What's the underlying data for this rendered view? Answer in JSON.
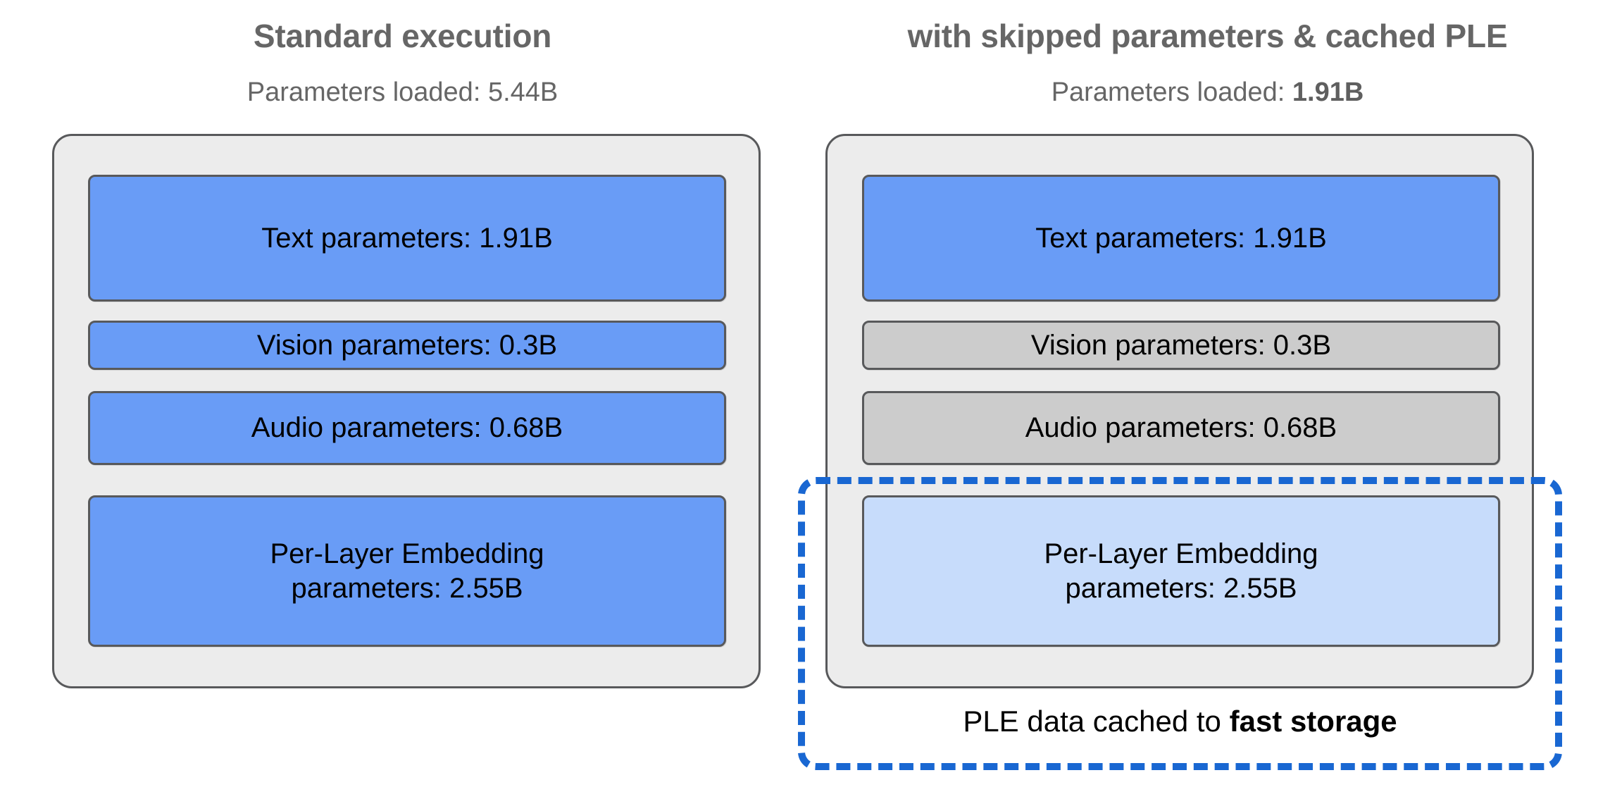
{
  "figure": {
    "type": "diagram",
    "description": "Side-by-side comparison of model parameter loading: standard execution versus skipped parameters with cached Per-Layer Embeddings"
  },
  "columns": [
    {
      "id": "standard",
      "title": "Standard execution",
      "subtitle_prefix": "Parameters loaded: ",
      "subtitle_value": "5.44B",
      "subtitle_value_bold": false,
      "blocks": [
        {
          "id": "text",
          "label": "Text parameters: 1.91B",
          "value": "1.91B",
          "state": "loaded",
          "color": "#699CF6"
        },
        {
          "id": "vision",
          "label": "Vision parameters: 0.3B",
          "value": "0.3B",
          "state": "loaded",
          "color": "#699CF6"
        },
        {
          "id": "audio",
          "label": "Audio parameters: 0.68B",
          "value": "0.68B",
          "state": "loaded",
          "color": "#699CF6"
        },
        {
          "id": "ple",
          "label_line1": "Per-Layer Embedding",
          "label_line2": "parameters: 2.55B",
          "value": "2.55B",
          "state": "loaded",
          "color": "#699CF6"
        }
      ]
    },
    {
      "id": "optimized",
      "title": "with skipped parameters & cached PLE",
      "subtitle_prefix": "Parameters loaded: ",
      "subtitle_value": "1.91B",
      "subtitle_value_bold": true,
      "blocks": [
        {
          "id": "text",
          "label": "Text parameters: 1.91B",
          "value": "1.91B",
          "state": "loaded",
          "color": "#699CF6"
        },
        {
          "id": "vision",
          "label": "Vision parameters: 0.3B",
          "value": "0.3B",
          "state": "skipped",
          "color": "#CCCCCC"
        },
        {
          "id": "audio",
          "label": "Audio parameters: 0.68B",
          "value": "0.68B",
          "state": "skipped",
          "color": "#CCCCCC"
        },
        {
          "id": "ple",
          "label_line1": "Per-Layer Embedding",
          "label_line2": "parameters: 2.55B",
          "value": "2.55B",
          "state": "cached",
          "color": "#C7DCFB"
        }
      ]
    }
  ],
  "cache_annotation": {
    "caption_prefix": "PLE data cached to ",
    "caption_emphasis": "fast storage",
    "border_color": "#1967D2",
    "border_style": "dashed"
  },
  "colors": {
    "loaded_blue": "#699CF6",
    "skipped_gray": "#CCCCCC",
    "cached_light_blue": "#C7DCFB",
    "panel_background": "#ECECEC",
    "panel_border": "#58595B",
    "heading_text": "#666666",
    "accent_dashed": "#1967D2"
  }
}
